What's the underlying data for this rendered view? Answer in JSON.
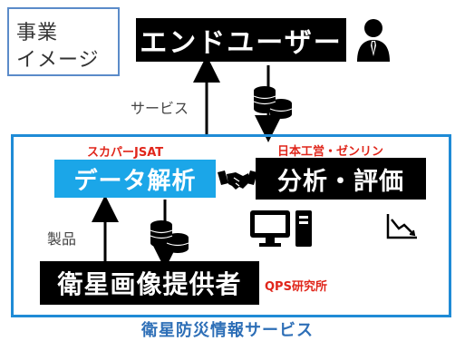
{
  "label_box": {
    "line1": "事業",
    "line2": "イメージ"
  },
  "end_user": {
    "label": "エンドユーザー"
  },
  "service_label": "サービス",
  "framework": {
    "title": "衛星防災情報サービス"
  },
  "data_analysis": {
    "label": "データ解析",
    "company": "スカパーJSAT"
  },
  "analysis_eval": {
    "label": "分析・評価",
    "company": "日本工営・ゼンリン"
  },
  "satellite_provider": {
    "label": "衛星画像提供者",
    "company": "QPS研究所"
  },
  "product_label": "製品",
  "icons": [
    "person-icon",
    "coins-icon",
    "handshake-icon",
    "computer-icon",
    "chart-icon"
  ],
  "colors": {
    "blue_frame": "#1F8BD6",
    "data_box": "#1BA6E8",
    "company_red": "#E0261B",
    "title_blue": "#2E6FB7"
  }
}
